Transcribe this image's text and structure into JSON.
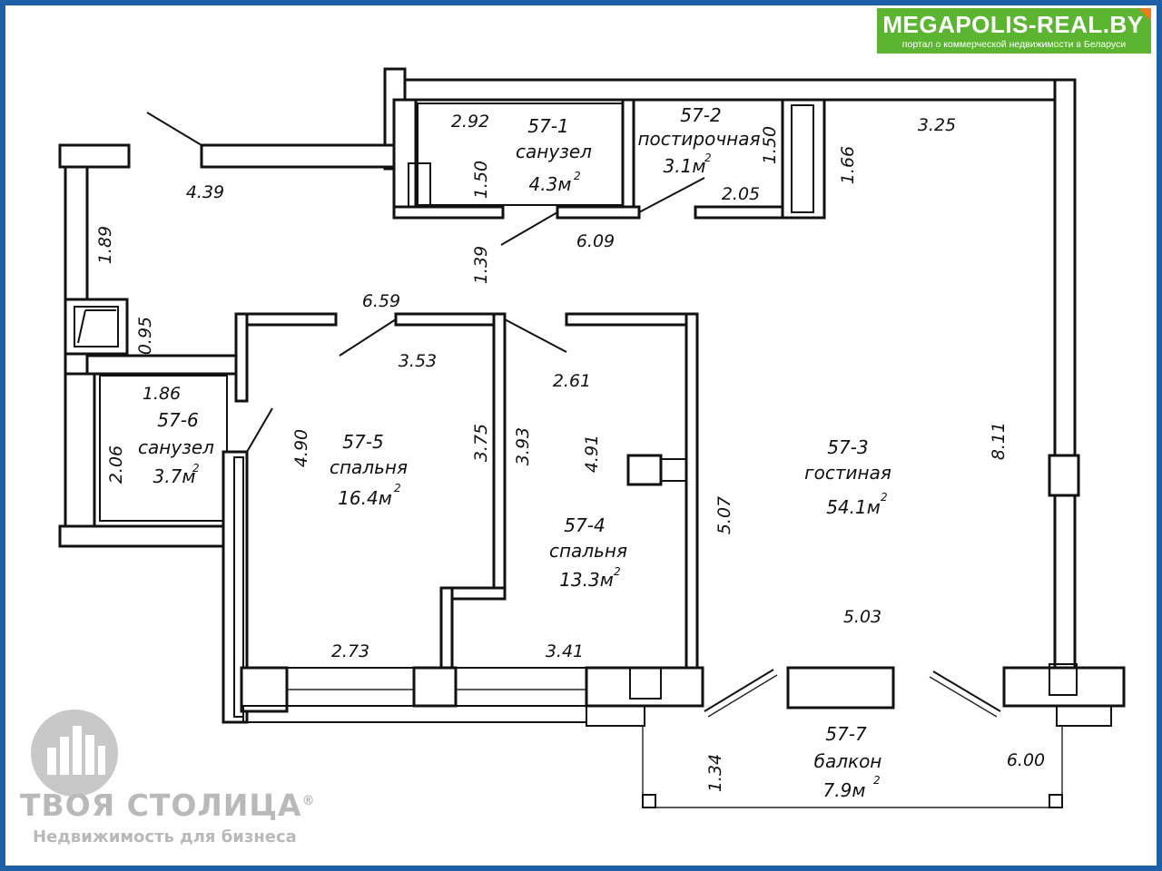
{
  "banner": {
    "title": "MEGAPOLIS-REAL.BY",
    "subtitle": "портал о коммерческой недвижимости в Беларуси",
    "colors": {
      "background": "#5cb531",
      "corner": "#f07a1e",
      "text": "#ffffff"
    }
  },
  "watermark": {
    "icon": "building-logo-icon",
    "name": "ТВОЯ СТОЛИЦА",
    "registered": "®",
    "tagline": "Недвижимость для бизнеса",
    "color": "#b9b9b9"
  },
  "frame_color": "#1f5fa8",
  "rooms": [
    {
      "id": "57-1",
      "name": "санузел",
      "area": "4.3м",
      "unit_exp": "2"
    },
    {
      "id": "57-2",
      "name": "постирочная",
      "area": "3.1м",
      "unit_exp": "2"
    },
    {
      "id": "57-3",
      "name": "гостиная",
      "area": "54.1м",
      "unit_exp": "2"
    },
    {
      "id": "57-4",
      "name": "спальня",
      "area": "13.3м",
      "unit_exp": "2"
    },
    {
      "id": "57-5",
      "name": "спальня",
      "area": "16.4м",
      "unit_exp": "2"
    },
    {
      "id": "57-6",
      "name": "санузел",
      "area": "3.7м",
      "unit_exp": "2"
    },
    {
      "id": "57-7",
      "name": "балкон",
      "area": "7.9м",
      "unit_exp": "2"
    }
  ],
  "dimensions": [
    "2.92",
    "1.50",
    "1.50",
    "1.66",
    "3.25",
    "4.39",
    "1.89",
    "2.05",
    "6.09",
    "1.39",
    "6.59",
    "0.95",
    "3.53",
    "2.61",
    "1.86",
    "2.06",
    "4.90",
    "3.75",
    "3.93",
    "4.91",
    "8.11",
    "5.07",
    "5.03",
    "2.73",
    "3.41",
    "1.34",
    "6.00"
  ]
}
